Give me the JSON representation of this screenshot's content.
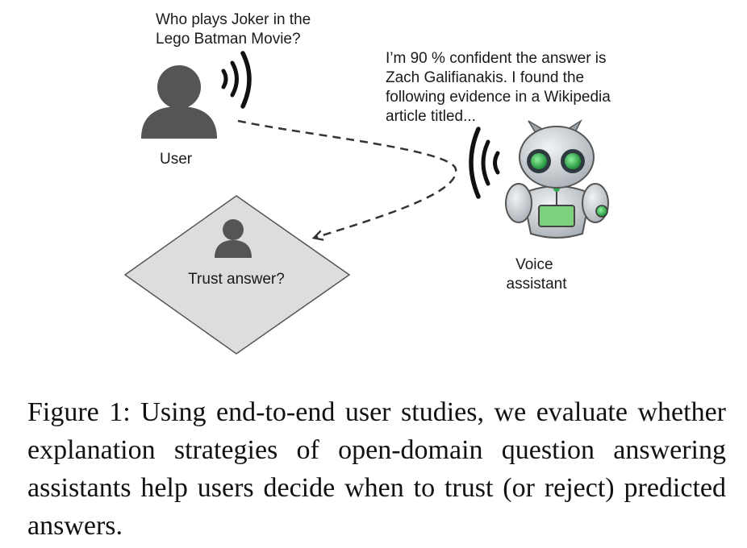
{
  "user": {
    "question_lines": [
      "Who plays Joker in the",
      "Lego Batman Movie?"
    ],
    "label": "User"
  },
  "assistant": {
    "answer_lines": [
      "I’m 90 % confident the answer is",
      "Zach Galifianakis. I found the",
      "following evidence in a Wikipedia",
      "article titled..."
    ],
    "label_lines": [
      "Voice",
      "assistant"
    ]
  },
  "decision": {
    "label": "Trust answer?"
  },
  "caption": {
    "text": "Figure 1: Using end-to-end user studies, we evaluate whether explanation strategies of open-domain question answering assistants help users decide when to trust (or reject) predicted answers."
  },
  "colors": {
    "person": "#555555",
    "diamond_fill": "#dddddd",
    "robot_body": "#cfd4d9",
    "robot_eye": "#2fa84f",
    "robot_screen": "#7ed27e"
  },
  "icons": [
    "person-icon",
    "sound-waves-icon",
    "robot-icon",
    "dashed-arrow"
  ]
}
